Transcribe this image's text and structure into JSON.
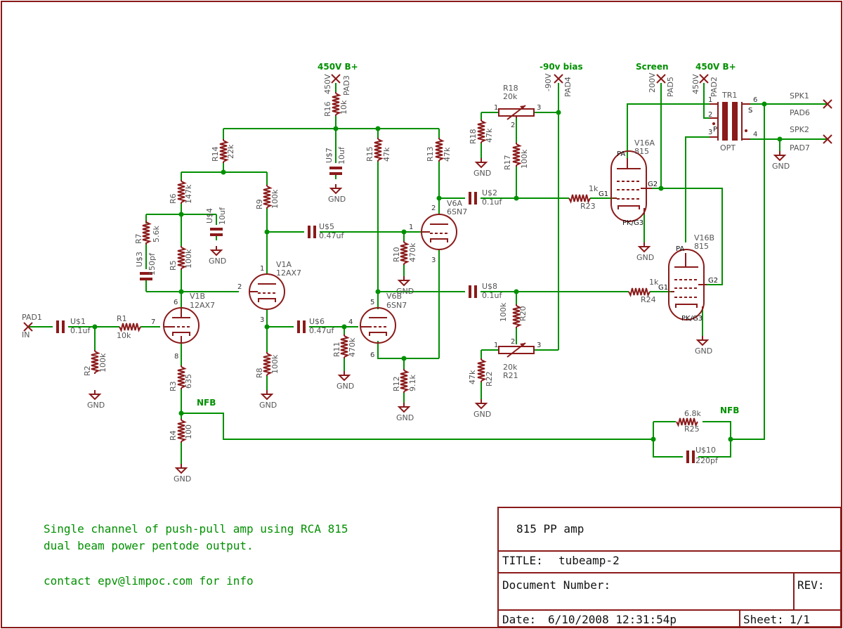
{
  "resistors": [
    {
      "name": "R1",
      "value": "10k"
    },
    {
      "name": "R2",
      "value": "100k"
    },
    {
      "name": "R3",
      "value": "635"
    },
    {
      "name": "R4",
      "value": "100"
    },
    {
      "name": "R5",
      "value": "100k"
    },
    {
      "name": "R6",
      "value": "147k"
    },
    {
      "name": "R7",
      "value": "5.6k"
    },
    {
      "name": "R8",
      "value": "100k"
    },
    {
      "name": "R9",
      "value": "100k"
    },
    {
      "name": "R10",
      "value": "470k"
    },
    {
      "name": "R11",
      "value": "470k"
    },
    {
      "name": "R12",
      "value": "9.1k"
    },
    {
      "name": "R13",
      "value": "47k"
    },
    {
      "name": "R14",
      "value": "22k"
    },
    {
      "name": "R15",
      "value": "47k"
    },
    {
      "name": "R16",
      "value": "10k"
    },
    {
      "name": "R17",
      "value": "100k"
    },
    {
      "name": "R18",
      "value": "47k"
    },
    {
      "name": "R20",
      "value": "100k"
    },
    {
      "name": "R22",
      "value": "47k"
    },
    {
      "name": "R23",
      "value": "1k"
    },
    {
      "name": "R24",
      "value": "1k"
    },
    {
      "name": "R25",
      "value": "6.8k"
    }
  ],
  "trimmers": [
    {
      "name": "R18",
      "value": "20k"
    },
    {
      "name": "R21",
      "value": "20k"
    }
  ],
  "capacitors": [
    {
      "name": "U$1",
      "value": "0.1uf"
    },
    {
      "name": "U$2",
      "value": "0.1uf"
    },
    {
      "name": "U$3",
      "value": "150pf"
    },
    {
      "name": "U$4",
      "value": "10uf"
    },
    {
      "name": "U$5",
      "value": "0.47uf"
    },
    {
      "name": "U$6",
      "value": "0.47uf"
    },
    {
      "name": "U$7",
      "value": "10uf"
    },
    {
      "name": "U$8",
      "value": "0.1uf"
    },
    {
      "name": "U$10",
      "value": "220pf"
    }
  ],
  "tubes": [
    {
      "name": "V1A",
      "type": "12AX7"
    },
    {
      "name": "V1B",
      "type": "12AX7"
    },
    {
      "name": "V6A",
      "type": "6SN7"
    },
    {
      "name": "V6B",
      "type": "6SN7"
    },
    {
      "name": "V16A",
      "type": "815"
    },
    {
      "name": "V16B",
      "type": "815"
    }
  ],
  "transformer": {
    "name": "TR1",
    "type": "OPT",
    "p": "P",
    "s": "S"
  },
  "pads": [
    {
      "name": "PAD1",
      "signal": "IN"
    },
    {
      "name": "PAD2",
      "value": "450V"
    },
    {
      "name": "PAD3",
      "value": "450V"
    },
    {
      "name": "PAD4",
      "value": "-90V"
    },
    {
      "name": "PAD5",
      "value": "200V"
    },
    {
      "name": "PAD6",
      "signal": "SPK1"
    },
    {
      "name": "PAD7",
      "signal": "SPK2"
    }
  ],
  "nets": {
    "b_plus_left": "450V B+",
    "b_plus_right": "450V B+",
    "bias": "-90v bias",
    "screen": "Screen",
    "nfb": "NFB",
    "gnd": "GND"
  },
  "tube_pins": {
    "pa": "PA",
    "g1": "G1",
    "g2": "G2",
    "pk": "PK/G3"
  },
  "notes": [
    "Single channel of push-pull amp using RCA 815",
    "dual beam power pentode output.",
    "contact epv@limpoc.com for info"
  ],
  "title_block": {
    "project": "815 PP amp",
    "title_label": "TITLE:",
    "title": "tubeamp-2",
    "doc_label": "Document Number:",
    "rev_label": "REV:",
    "date_label": "Date:",
    "date": "6/10/2008 12:31:54p",
    "sheet_label": "Sheet:",
    "sheet": "1/1"
  },
  "colors": {
    "symbol": "#8b1a1a",
    "wire": "#009000",
    "label": "#555555"
  }
}
